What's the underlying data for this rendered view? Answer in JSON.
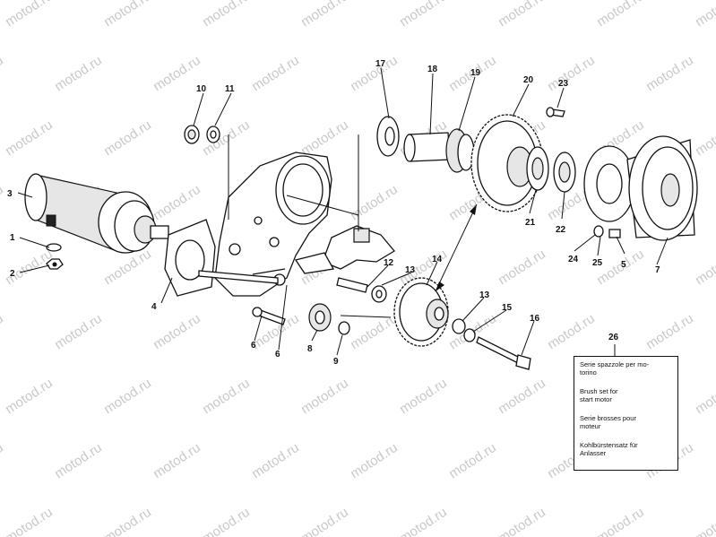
{
  "watermark": "motod.ru",
  "callouts": {
    "c1": "1",
    "c2": "2",
    "c3": "3",
    "c4": "4",
    "c5": "5",
    "c6a": "6",
    "c6b": "6",
    "c7": "7",
    "c8": "8",
    "c9": "9",
    "c10": "10",
    "c11": "11",
    "c12": "12",
    "c13a": "13",
    "c13b": "13",
    "c14": "14",
    "c15": "15",
    "c16": "16",
    "c17": "17",
    "c18": "18",
    "c19": "19",
    "c20": "20",
    "c21": "21",
    "c22": "22",
    "c23": "23",
    "c24": "24",
    "c25": "25",
    "c26": "26"
  },
  "note": {
    "it": "Serie spazzole per mo-\ntorino",
    "en": "Brush set for\nstart motor",
    "fr": "Serie brosses pour\nmoteur",
    "de": "Kohlbürstensatz für\nAnlasser"
  },
  "colors": {
    "line": "#111111",
    "watermark": "#c9c9c9"
  }
}
